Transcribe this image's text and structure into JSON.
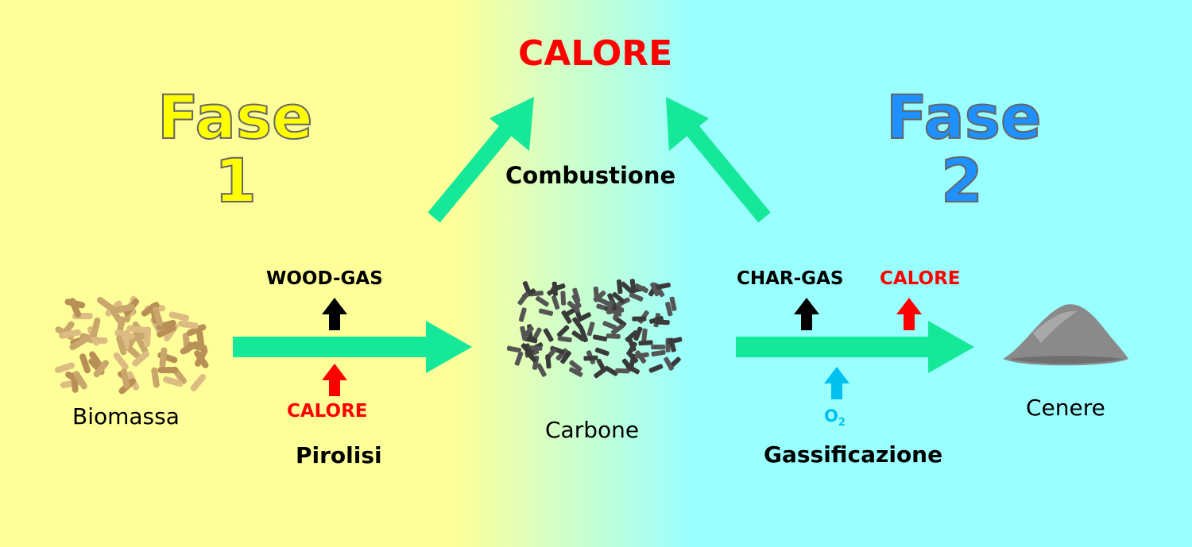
{
  "colors": {
    "bg_left": "#ffff99",
    "bg_right": "#99ffff",
    "arrow_green": "#16e89a",
    "heat_red": "#ff0000",
    "oxygen_blue": "#00c0f0",
    "phase1_yellow": "#ffff00",
    "phase2_blue": "#1e90ff"
  },
  "top_heat_label": "CALORE",
  "combustion_label": "Combustione",
  "phase1": {
    "word": "Fase",
    "number": "1"
  },
  "phase2": {
    "word": "Fase",
    "number": "2"
  },
  "nodes": {
    "biomass": {
      "label": "Biomassa",
      "icon": "wood-pellets-icon"
    },
    "carbon": {
      "label": "Carbone",
      "icon": "charcoal-pile-icon"
    },
    "ash": {
      "label": "Cenere",
      "icon": "ash-pile-icon"
    }
  },
  "pyrolysis": {
    "label": "Pirolisi",
    "output_gas": "WOOD-GAS",
    "input_heat": "CALORE"
  },
  "gasification": {
    "label": "Gassificazione",
    "output_gas": "CHAR-GAS",
    "output_heat": "CALORE",
    "input_oxygen": "O",
    "input_oxygen_sub": "2"
  }
}
